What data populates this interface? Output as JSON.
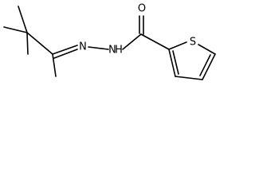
{
  "molecule": {
    "atom_labels": {
      "oxygen": "O",
      "nitrogen_1": "N",
      "nitrogen_2": "N",
      "hydrazide_hydrogen": "H",
      "sulfur": "S"
    }
  },
  "colors": {
    "background": "#ffffff",
    "bond": "#000000",
    "label": "#000000"
  }
}
